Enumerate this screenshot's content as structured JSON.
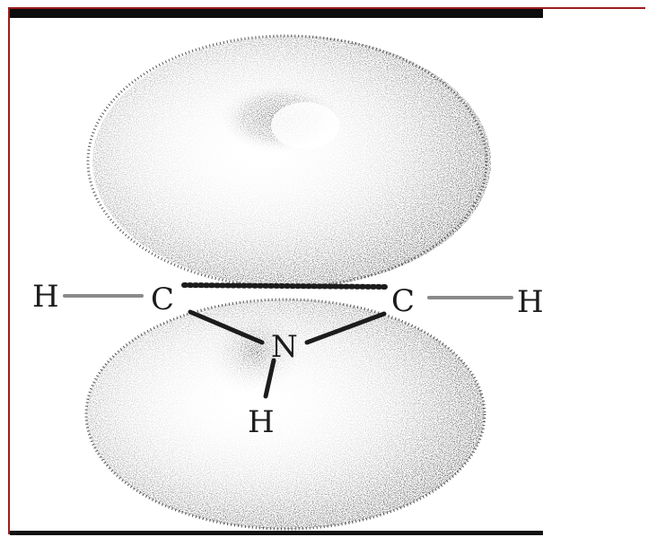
{
  "diagram": {
    "atoms": {
      "carbon_left": "C",
      "carbon_right": "C",
      "nitrogen": "N",
      "hydrogen_left": "H",
      "hydrogen_right": "H",
      "hydrogen_bottom": "H"
    },
    "colors": {
      "frame": "#9b1c1c",
      "ink": "#1c1c1c",
      "bar": "#0d0d0d"
    }
  }
}
